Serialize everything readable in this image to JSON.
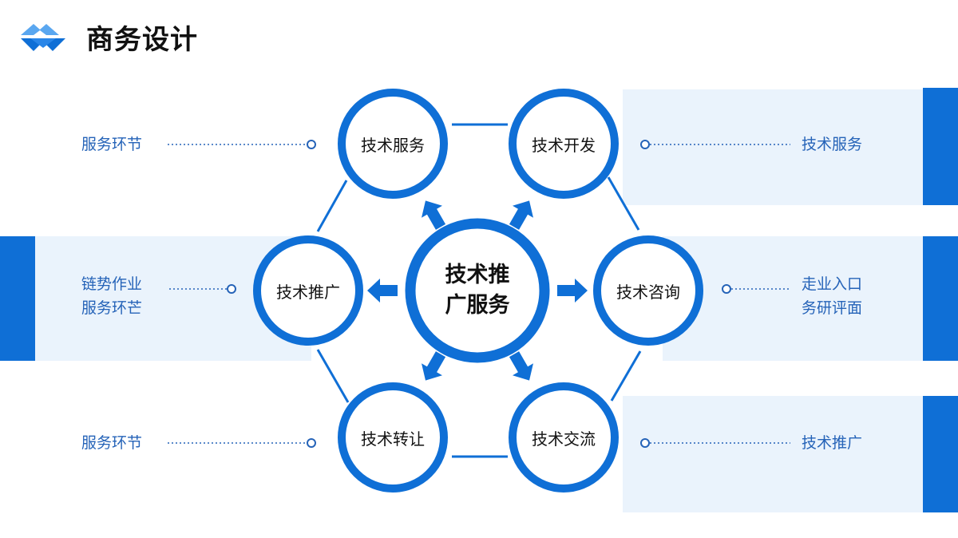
{
  "header": {
    "title": "商务设计",
    "logo_icon": "blue-mountain-logo"
  },
  "colors": {
    "primary": "#0f6fd6",
    "band": "#eaf3fc",
    "label": "#2563b8"
  },
  "center": {
    "line1": "技术推",
    "line2": "广服务"
  },
  "nodes": [
    {
      "id": "top-left",
      "label": "技术服务"
    },
    {
      "id": "top-right",
      "label": "技术开发"
    },
    {
      "id": "left",
      "label": "技术推广"
    },
    {
      "id": "right",
      "label": "技术咨询"
    },
    {
      "id": "bottom-left",
      "label": "技术转让"
    },
    {
      "id": "bottom-right",
      "label": "技术交流"
    }
  ],
  "side_labels": {
    "left_top": "服务环节",
    "left_mid_line1": "链势作业",
    "left_mid_line2": "服务环芒",
    "left_bottom": "服务环节",
    "right_top": "技术服务",
    "right_mid_line1": "走业入口",
    "right_mid_line2": "务研评面",
    "right_bottom": "技术推广"
  }
}
